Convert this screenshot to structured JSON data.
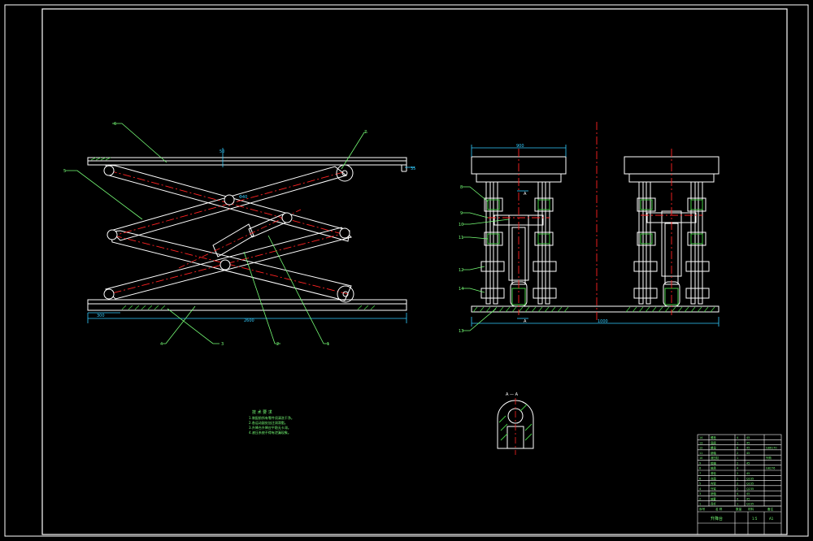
{
  "colors": {
    "background": "#000000",
    "outline": "#ffffff",
    "dimension": "#33ccff",
    "centerline": "#ff2222",
    "leader": "#77ff77",
    "part": "#cccccc",
    "hatch": "#44cc44"
  },
  "front_view": {
    "callouts": [
      "6",
      "5",
      "7",
      "4",
      "3",
      "2",
      "1"
    ],
    "dimensions": {
      "height_top": "50",
      "length": "2600",
      "left_offset": "300",
      "small_right": "35",
      "hinge": "Φ40"
    }
  },
  "side_view": {
    "callouts": [
      "8",
      "9",
      "10",
      "11",
      "12",
      "14",
      "13"
    ],
    "section_mark": "A",
    "section_mark_bottom": "A",
    "dimensions": {
      "width_top": "900",
      "width_bottom": "1000"
    }
  },
  "section_view": {
    "label": "A — A"
  },
  "notes": {
    "title": "技 术 要 求",
    "lines": [
      "1.装配前所有零件须清洗干净。",
      "2.各运动副处加注润滑脂。",
      "3.升降台升降应平稳无卡滞。",
      "4.液压系统不得有泄漏现象。"
    ]
  },
  "title_block": {
    "rows": [
      [
        "14",
        "螺栓",
        "4",
        "45",
        ""
      ],
      [
        "13",
        "底座",
        "1",
        "45",
        ""
      ],
      [
        "12",
        "螺母",
        "8",
        "45",
        "GB6170"
      ],
      [
        "11",
        "销轴",
        "2",
        "45",
        ""
      ],
      [
        "10",
        "液压缸",
        "1",
        "",
        "外购"
      ],
      [
        "9",
        "销轴",
        "2",
        "45",
        ""
      ],
      [
        "8",
        "轴承",
        "4",
        "",
        "GB276"
      ],
      [
        "7",
        "滚轮",
        "2",
        "45",
        ""
      ],
      [
        "6",
        "台面",
        "1",
        "Q235",
        ""
      ],
      [
        "5",
        "内臂",
        "2",
        "Q235",
        ""
      ],
      [
        "4",
        "外臂",
        "2",
        "Q235",
        ""
      ],
      [
        "3",
        "销轴",
        "4",
        "45",
        ""
      ],
      [
        "2",
        "轴套",
        "4",
        "45",
        ""
      ],
      [
        "1",
        "连杆",
        "1",
        "Q235",
        ""
      ]
    ],
    "header": [
      "序号",
      "名 称",
      "数量",
      "材料",
      "备注"
    ],
    "drawing_name": "升降台",
    "scale": "1:5",
    "sheet": "A1"
  }
}
